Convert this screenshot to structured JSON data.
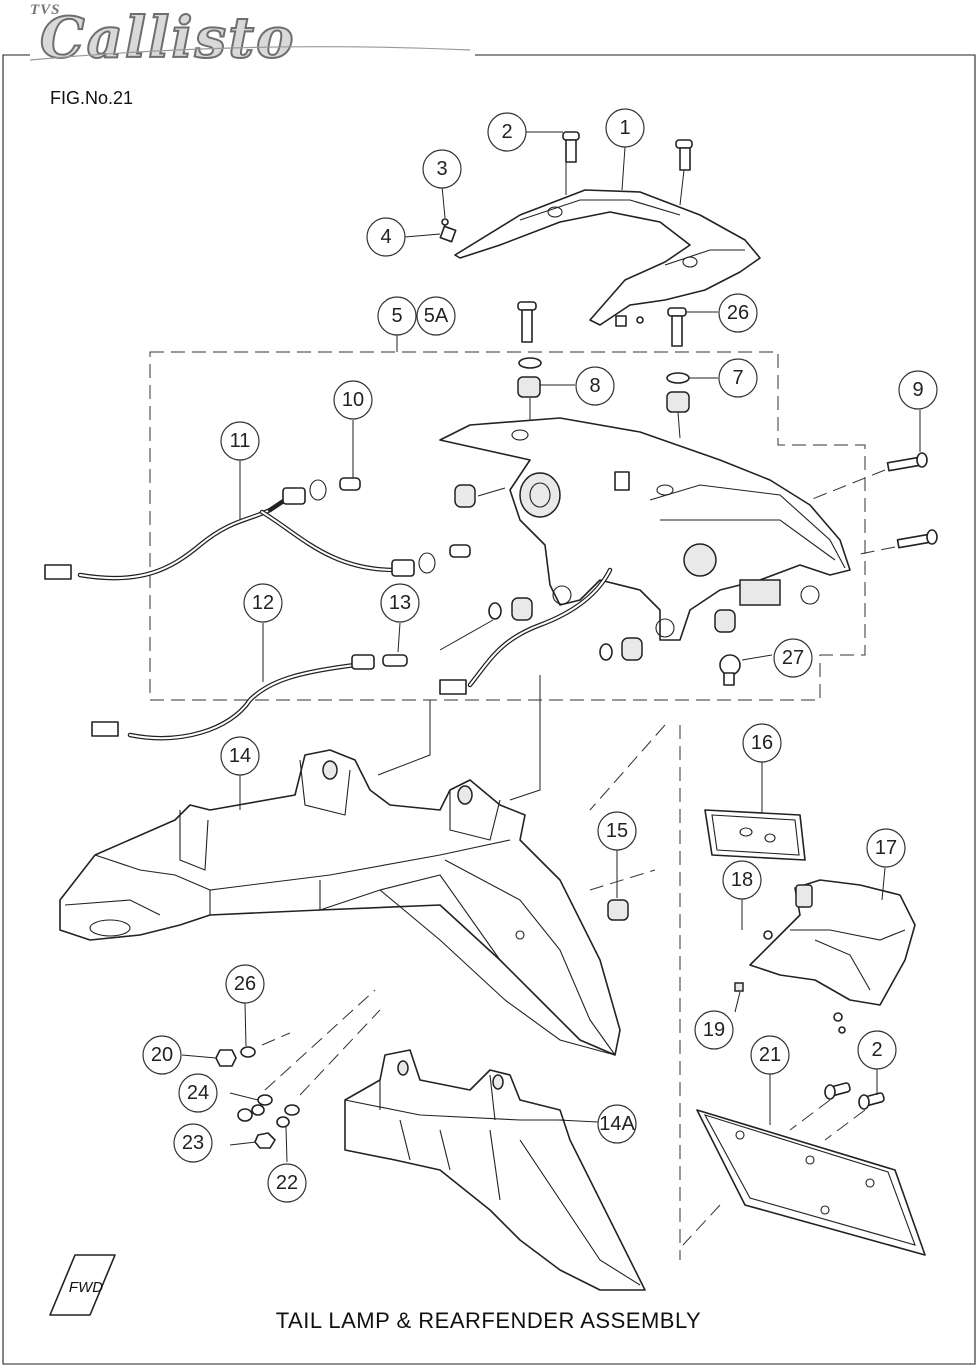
{
  "header": {
    "brand_small": "TVS",
    "brand": "Callisto",
    "figure_number": "FIG.No.21"
  },
  "caption": "TAIL LAMP & REARFENDER ASSEMBLY",
  "fwd_label": "FWD",
  "callouts": {
    "c1": "1",
    "c2a": "2",
    "c3": "3",
    "c4": "4",
    "c5": "5",
    "c5a": "5A",
    "c26a": "26",
    "c8": "8",
    "c7": "7",
    "c9": "9",
    "c10": "10",
    "c11": "11",
    "c12": "12",
    "c13": "13",
    "c27": "27",
    "c14": "14",
    "c15": "15",
    "c16": "16",
    "c17": "17",
    "c18": "18",
    "c19": "19",
    "c26b": "26",
    "c20": "20",
    "c24": "24",
    "c23": "23",
    "c22": "22",
    "c14a": "14A",
    "c21": "21",
    "c2b": "2"
  },
  "colors": {
    "line": "#222222",
    "brand_fill": "#d9d9d9",
    "brand_stroke": "#6e6e6e"
  }
}
